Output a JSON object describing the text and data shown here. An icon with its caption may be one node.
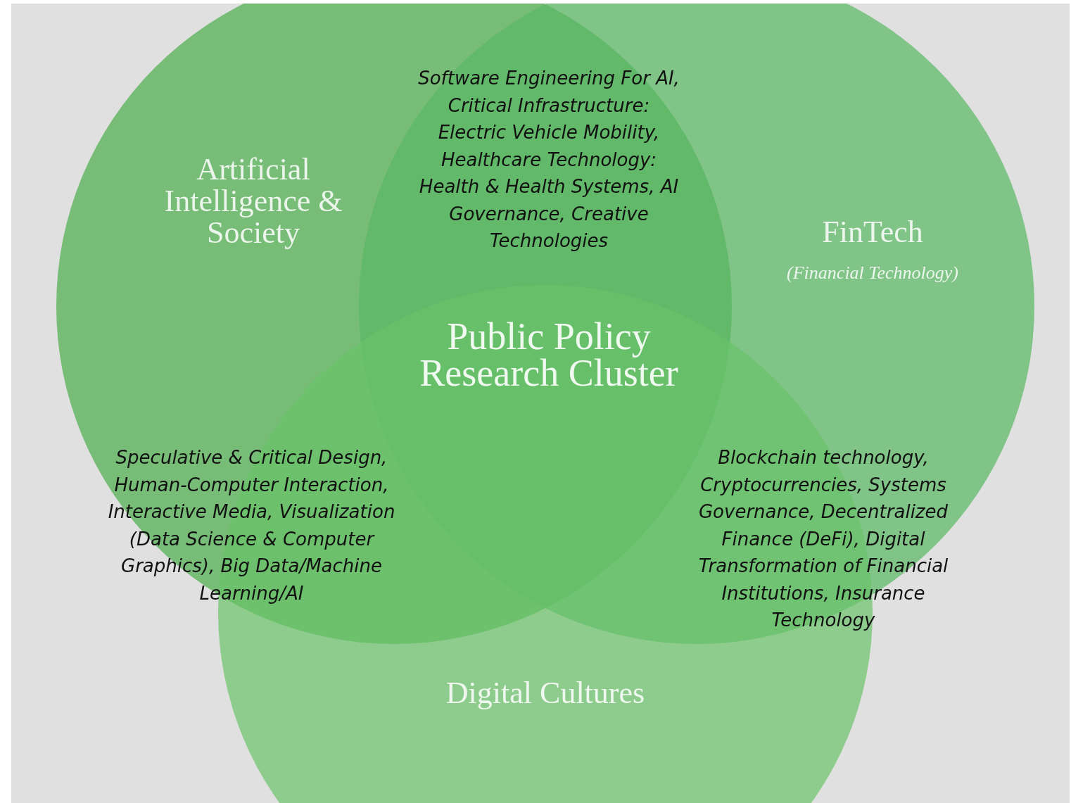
{
  "diagram": {
    "nodes": [
      {
        "text": [
          "Artificial Intelligence & Society"
        ]
      },
      {
        "text": [
          "FinTech",
          "(Financial Technology)"
        ]
      },
      {
        "text": [
          "Digital Cultures"
        ]
      }
    ],
    "labels": [
      "Software Engineering For AI, Critical Infrastructure: Electric Vehicle Mobility, Healthcare Technology: Health & Health Systems, AI Governance, Creative Technologies",
      "Public Policy Research Cluster",
      "Speculative & Critical Design, Human-Computer Interaction, Interactive Media, Visualization (Data Science & Computer Graphics), Big Data/Machine Learning/AI",
      "Blockchain technology, Cryptocurrencies, Systems Governance, Decentralized Finance (DeFi), Digital Transformation of Financial Institutions, Insurance Technology"
    ]
  }
}
